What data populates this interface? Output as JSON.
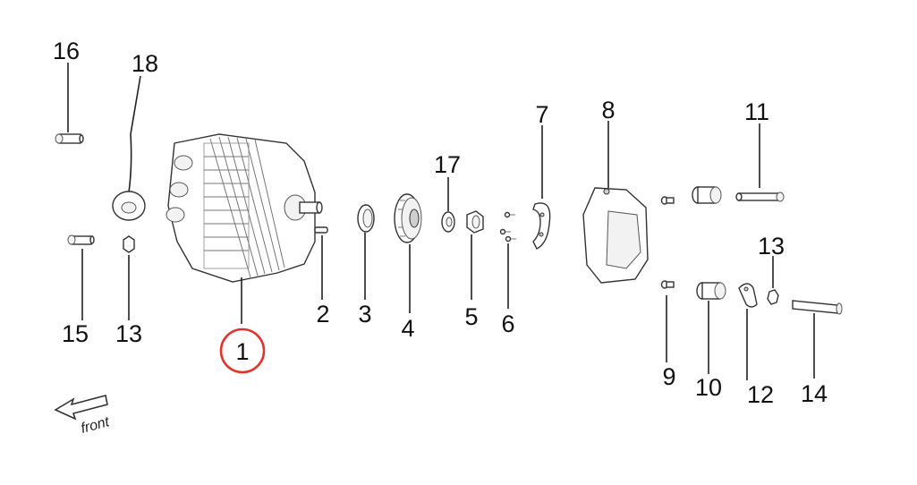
{
  "labels": {
    "p1": "1",
    "p2": "2",
    "p3": "3",
    "p4": "4",
    "p5": "5",
    "p6": "6",
    "p7": "7",
    "p8": "8",
    "p9": "9",
    "p10": "10",
    "p11": "11",
    "p12": "12",
    "p13a": "13",
    "p13b": "13",
    "p14": "14",
    "p15": "15",
    "p16": "16",
    "p17": "17",
    "p18": "18"
  },
  "direction_label": "front",
  "highlighted_part": "1",
  "colors": {
    "highlight": "#e8302a",
    "line": "#222222",
    "background": "#ffffff"
  }
}
